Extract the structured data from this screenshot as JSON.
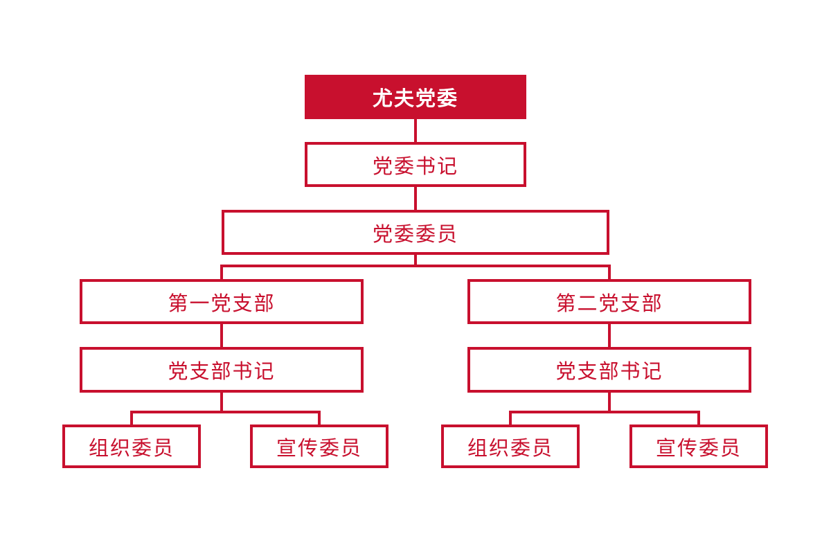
{
  "colors": {
    "primary_red": "#C8102E",
    "box_background": "#FFFFFF",
    "root_text": "#FFFFFF"
  },
  "org_chart": {
    "root": {
      "label": "尤夫党委"
    },
    "party_secretary": {
      "label": "党委书记"
    },
    "party_committee": {
      "label": "党委委员"
    },
    "branches": [
      {
        "label": "第一党支部",
        "secretary": {
          "label": "党支部书记"
        },
        "members": [
          {
            "label": "组织委员"
          },
          {
            "label": "宣传委员"
          }
        ]
      },
      {
        "label": "第二党支部",
        "secretary": {
          "label": "党支部书记"
        },
        "members": [
          {
            "label": "组织委员"
          },
          {
            "label": "宣传委员"
          }
        ]
      }
    ]
  }
}
